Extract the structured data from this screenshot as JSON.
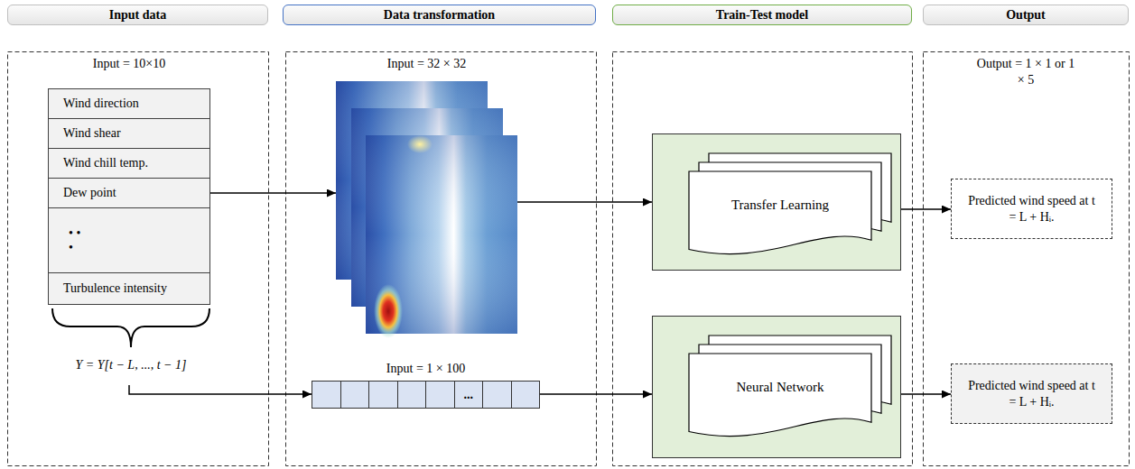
{
  "diagram": {
    "nodes": [
      {
        "text": [
          "Input data"
        ]
      },
      {
        "text": [
          "Data transformation"
        ]
      },
      {
        "text": [
          "Train-Test model"
        ]
      },
      {
        "text": [
          "Output"
        ]
      },
      {
        "text": [
          "Input = 10×10"
        ]
      },
      {
        "text": [
          "Wind direction"
        ],
        "in": 4
      },
      {
        "text": [
          "Wind shear"
        ],
        "in": 4
      },
      {
        "text": [
          "Wind chill temp."
        ],
        "in": 4
      },
      {
        "text": [
          "Dew point"
        ],
        "in": 4
      },
      {
        "text": [
          "• • •"
        ],
        "in": 4
      },
      {
        "text": [
          "Turbulence intensity"
        ],
        "in": 4
      },
      {
        "text": [
          "Input = 32 × 32"
        ]
      },
      {
        "text": [
          "Input = 1 × 100",
          "..."
        ]
      },
      {
        "text": [
          "Transfer Learning"
        ]
      },
      {
        "text": [
          "Neural Network"
        ]
      },
      {
        "text": [
          "Predicted wind speed at t = L + Hᵢ."
        ]
      },
      {
        "text": [
          "Predicted wind speed at t = L + Hᵢ."
        ]
      }
    ],
    "edges": [
      {
        "from": 8,
        "to": 11,
        "arrow": "to"
      },
      {
        "from": 4,
        "to": 12,
        "arrow": "to"
      },
      {
        "from": 11,
        "to": 13,
        "arrow": "to"
      },
      {
        "from": 12,
        "to": 14,
        "arrow": "to"
      },
      {
        "from": 13,
        "to": 15,
        "arrow": "to"
      },
      {
        "from": 14,
        "to": 16,
        "arrow": "to"
      }
    ],
    "labels": [
      "Y = Y[t − L, ..., t − 1]",
      "Output = 1 × 1 or 1 × 5"
    ]
  }
}
